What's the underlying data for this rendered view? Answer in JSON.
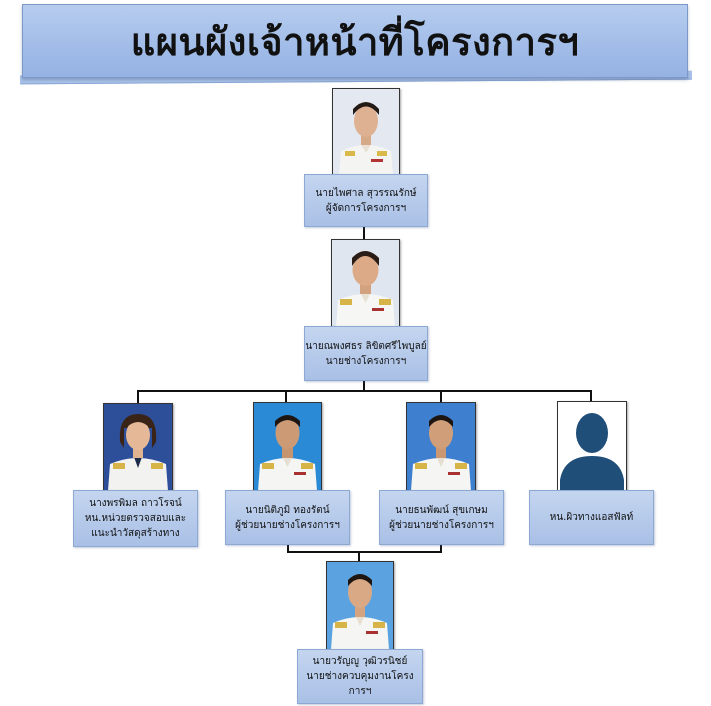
{
  "title": "แผนผังเจ้าหน้าที่โครงการฯ",
  "people": {
    "director": {
      "name": "นายไพศาล  สุวรรณรักษ์",
      "role": "ผู้จัดการโครงการฯ"
    },
    "engineer": {
      "name": "นายณพงศธร  ลิขิตศรีไพบูลย์",
      "role": "นายช่างโครงการฯ"
    },
    "inspector": {
      "name": "นางพรพิมล  ถาวโรจน์",
      "role": "หน.หน่วยตรวจสอบและ",
      "role2": "แนะนำวัสดุสร้างทาง"
    },
    "assistant1": {
      "name": "นายนิติภูมิ  ทองรัตน์",
      "role": "ผู้ช่วยนายช่างโครงการฯ"
    },
    "assistant2": {
      "name": "นายธนพัฒน์  สุขเกษม",
      "role": "ผู้ช่วยนายช่างโครงการฯ"
    },
    "asphalt": {
      "role": "หน.ผิวทางแอสฟัลท์"
    },
    "supervisor": {
      "name": "นายวรัญญู  วุฒิวรนิชย์",
      "role": "นายช่างควบคุมงานโครงการฯ"
    }
  },
  "colors": {
    "banner": "#a2bde8",
    "label": "#b7cbeb",
    "connector": "#111111",
    "placeholder": "#1f4e79"
  }
}
